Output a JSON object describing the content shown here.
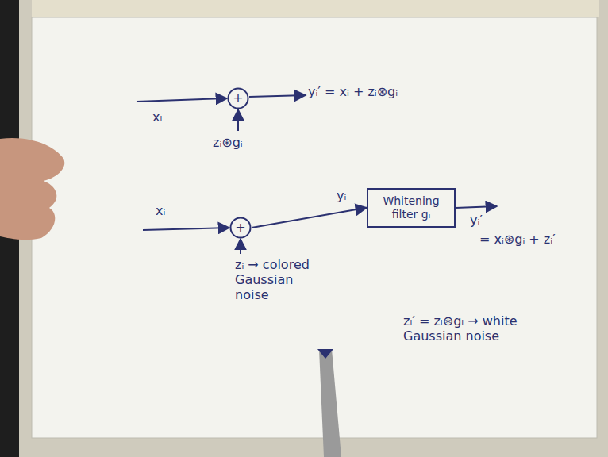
{
  "diagram": {
    "nodes": [
      {
        "text": [
          "+"
        ]
      },
      {
        "text": [
          "+"
        ]
      },
      {
        "text": [
          "Whitening filter gᵢ"
        ]
      }
    ],
    "edges": [
      {
        "from": 1,
        "to": 2,
        "arrow": "to",
        "label": "yᵢ"
      }
    ],
    "labels": [
      "xᵢ",
      "zᵢ⊛gᵢ",
      "yᵢ′ = xᵢ + zᵢ⊛gᵢ",
      "xᵢ",
      "zᵢ → colored Gaussian noise",
      "yᵢ′",
      "= xᵢ⊛gᵢ + zᵢ′",
      "zᵢ′ = zᵢ⊛gᵢ → white Gaussian noise"
    ]
  }
}
